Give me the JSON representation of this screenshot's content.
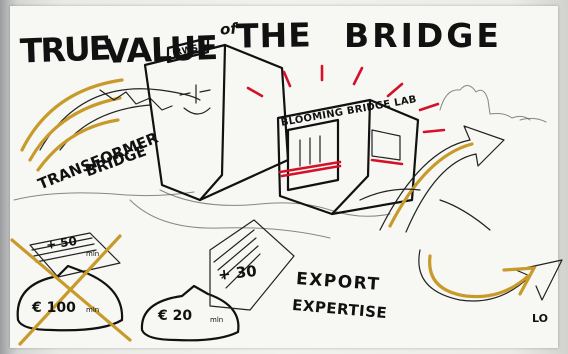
{
  "title": {
    "part1": "TRUE",
    "part2": "VALUE",
    "part3": "of",
    "part4": "THE",
    "part5": "BRIDGE"
  },
  "building_sign": "RWS",
  "lab_sign": "BLOOMING BRIDGE LAB",
  "transformer_label": [
    "TRANSFORMER",
    "BRIDGE"
  ],
  "money_left": {
    "stack_value": "+ 50",
    "stack_unit": "mln",
    "bag_value": "€ 100",
    "bag_unit": "mln"
  },
  "money_middle": {
    "stack_value": "+ 30",
    "bag_value": "€ 20",
    "bag_unit": "mln"
  },
  "export_label": [
    "EXPORT",
    "EXPERTISE"
  ],
  "signature": "LO",
  "colors": {
    "ink": "#111111",
    "accent_gold": "#c89a2a",
    "accent_red": "#d3122a",
    "paper": "#f7f7f4"
  }
}
